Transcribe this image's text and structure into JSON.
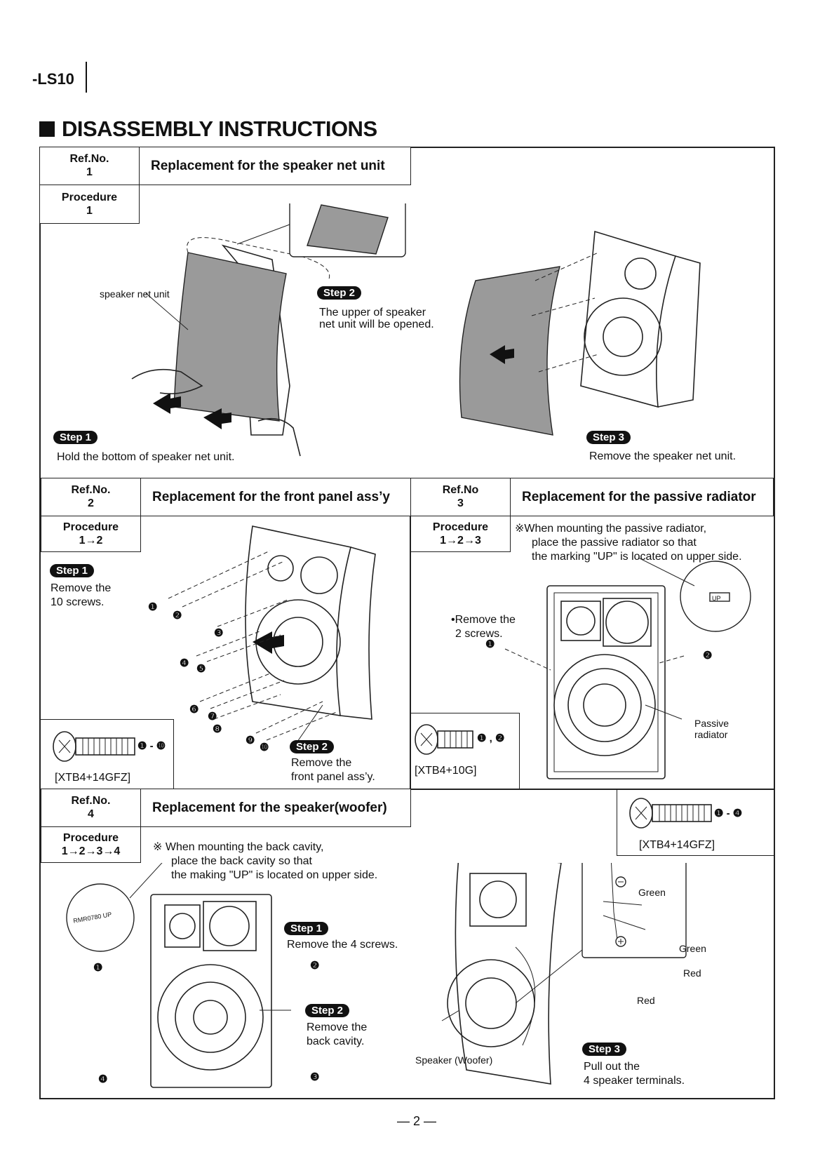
{
  "header": {
    "model": "-LS10",
    "title": "DISASSEMBLY INSTRUCTIONS"
  },
  "sections": {
    "s1": {
      "ref_label": "Ref.No.",
      "ref_no": "1",
      "title": "Replacement for the speaker net unit",
      "proc_label": "Procedure",
      "proc": "1",
      "callout_speaker_net": "speaker net unit",
      "step1": {
        "badge": "Step 1",
        "text": "Hold the bottom of speaker net unit."
      },
      "step2": {
        "badge": "Step 2",
        "line1": "The upper of speaker",
        "line2": "net unit will be opened."
      },
      "step3": {
        "badge": "Step 3",
        "text": "Remove the speaker net unit."
      }
    },
    "s2": {
      "ref_label": "Ref.No.",
      "ref_no": "2",
      "title": "Replacement for the front panel ass’y",
      "proc_label": "Procedure",
      "proc": "1→2",
      "step1": {
        "badge": "Step 1",
        "line1": "Remove the",
        "line2": "10 screws."
      },
      "step2": {
        "badge": "Step 2",
        "line1": "Remove the",
        "line2": "front panel ass’y."
      },
      "screw_range": "❶ - ❿",
      "screw_part": "[XTB4+14GFZ]",
      "screw_numbers": [
        "❶",
        "❷",
        "❸",
        "❹",
        "❺",
        "❻",
        "❼",
        "❽",
        "❾",
        "❿"
      ]
    },
    "s3": {
      "ref_label": "Ref.No",
      "ref_no": "3",
      "title": "Replacement for the passive radiator",
      "proc_label": "Procedure",
      "proc": "1→2→3",
      "note_line1": "※When mounting the passive radiator,",
      "note_line2": "place the passive radiator so that",
      "note_line3": "the marking \"UP\" is located on upper side.",
      "remove_line1": "•Remove the",
      "remove_line2": "2 screws.",
      "screw_range": "❶ , ❷",
      "screw_part": "[XTB4+10G]",
      "callout_passive_1": "Passive",
      "callout_passive_2": "radiator",
      "up_mark": "UP",
      "screw_numbers": [
        "❶",
        "❷"
      ]
    },
    "s4": {
      "ref_label": "Ref.No.",
      "ref_no": "4",
      "title": "Replacement for the speaker(woofer)",
      "proc_label": "Procedure",
      "proc": "1→2→3→4",
      "note_line1": "※ When mounting the back cavity,",
      "note_line2": "place the back cavity so that",
      "note_line3": "the making \"UP\" is located on upper side.",
      "step1": {
        "badge": "Step 1",
        "text": "Remove the 4 screws."
      },
      "step2": {
        "badge": "Step 2",
        "line1": "Remove the",
        "line2": "back cavity."
      },
      "step3": {
        "badge": "Step 3",
        "line1": "Pull out the",
        "line2": "4 speaker terminals."
      },
      "screw_range": "❶ - ❹",
      "screw_part": "[XTB4+14GFZ]",
      "callout_woofer": "Speaker (Woofer)",
      "wire_green_top": "Green",
      "wire_green": "Green",
      "wire_red": "Red",
      "wire_red_bottom": "Red",
      "cavity_mark": "RMR0780 UP",
      "screw_numbers": [
        "❶",
        "❷",
        "❸",
        "❹"
      ]
    }
  },
  "footer": {
    "page": "— 2 —"
  }
}
